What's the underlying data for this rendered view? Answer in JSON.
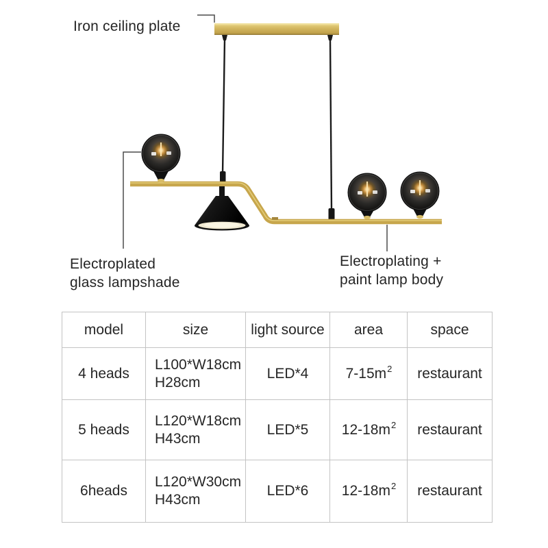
{
  "annotations": {
    "iron_ceiling_plate": "Iron ceiling plate",
    "glass_lampshade": {
      "line1": "Electroplated",
      "line2": "glass lampshade"
    },
    "lamp_body": {
      "line1": "Electroplating +",
      "line2": "paint lamp body"
    }
  },
  "table": {
    "headers": [
      "model",
      "size",
      "light source",
      "area",
      "space"
    ],
    "rows": [
      {
        "model": "4 heads",
        "size_line1": "L100*W18cm",
        "size_line2": "H28cm",
        "light_source": "LED*4",
        "area_base": "7-15m",
        "area_sup": "2",
        "space": "restaurant"
      },
      {
        "model": "5 heads",
        "size_line1": "L120*W18cm",
        "size_line2": "H43cm",
        "light_source": "LED*5",
        "area_base": "12-18m",
        "area_sup": "2",
        "space": "restaurant"
      },
      {
        "model": "6heads",
        "size_line1": "L120*W30cm",
        "size_line2": "H43cm",
        "light_source": "LED*6",
        "area_base": "12-18m",
        "area_sup": "2",
        "space": "restaurant"
      }
    ]
  },
  "colors": {
    "gold": "#c7a64c",
    "gold_light": "#e9d383",
    "gold_dark": "#8d7434",
    "lamp_black": "#1b1b1b",
    "table_border": "#c3c3c3",
    "text": "#262626",
    "callout_line": "#4a4a4a"
  }
}
